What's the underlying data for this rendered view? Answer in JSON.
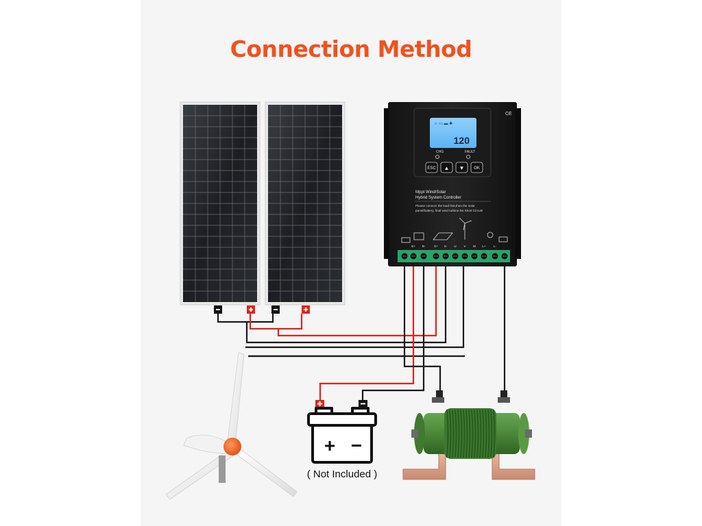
{
  "title": "Connection Method",
  "colors": {
    "accent": "#f0521f",
    "wire_positive": "#e2231a",
    "wire_negative": "#1a1a1a",
    "resistor": "#4f8a3c"
  },
  "controller": {
    "label_line1": "Mppt Wind/Solar",
    "label_line2": "Hybrid System Controller",
    "note_line1": "Please connect the load first,then the solar",
    "note_line2": "panel/battery, final wind turbine.No Short Circuit!",
    "lcd_value": "120",
    "indicator_chg": "CHG",
    "indicator_fault": "FAULT",
    "buttons": [
      "ESC",
      "▲",
      "▼",
      "OK"
    ],
    "ce_mark": "CE",
    "terminals": [
      "B+",
      "B-",
      "S+",
      "S-",
      "U",
      "V",
      "W",
      "L+",
      "L-"
    ]
  },
  "icons": [
    "solar-panel-icon",
    "battery-icon",
    "wind-turbine-icon",
    "lamp-icon",
    "plus-icon",
    "minus-icon"
  ],
  "battery": {
    "caption": "( Not Included )",
    "plus_symbol": "+",
    "minus_symbol": "−"
  }
}
